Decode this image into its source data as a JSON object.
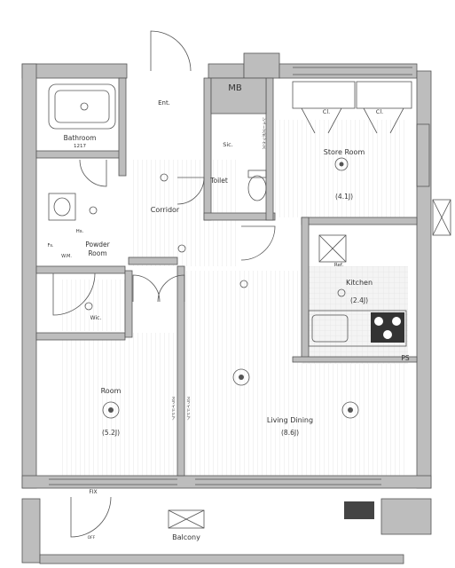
{
  "labels": {
    "mb": "MB",
    "ent": "Ent.",
    "bathroom": "Bathroom",
    "bathroom_size": "1217",
    "sic": "Sic.",
    "shoe_rack": "シューズボックス",
    "cl1": "Cl.",
    "cl2": "Cl.",
    "store_room": "Store Room",
    "store_room_size": "(4.1J)",
    "toilet": "Toilet",
    "corridor": "Corridor",
    "hs": "Hs.",
    "powder_room_line1": "Powder",
    "powder_room_line2": "Room",
    "fs": "Fs.",
    "wm": "W.M.",
    "wic": "Wic.",
    "ref": "Ref.",
    "kitchen": "Kitchen",
    "kitchen_size": "(2.4J)",
    "ps": "PS",
    "room": "Room",
    "room_size": "(5.2J)",
    "living_dining": "Living Dining",
    "living_dining_size": "(8.6J)",
    "fix": "FIX",
    "balcony": "Balcony",
    "off": "OFF",
    "rail_left": "スライドドア",
    "rail_right": "スライドドア"
  },
  "colors": {
    "wall": "#bdbdbd",
    "line": "#555555",
    "text": "#333333"
  }
}
